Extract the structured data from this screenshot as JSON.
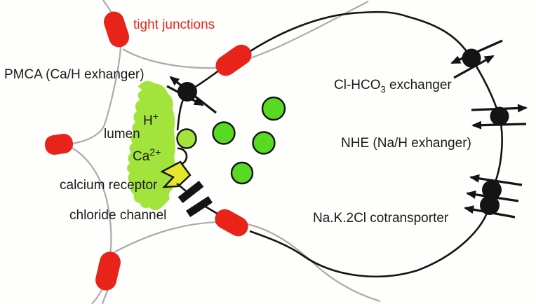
{
  "labels": {
    "tight_junctions": "tight junctions",
    "pmca": "PMCA (Ca/H exhanger)",
    "cl_hco3_prefix": "Cl-HCO",
    "cl_hco3_sub": "3",
    "cl_hco3_suffix": " exchanger",
    "nhe": "NHE (Na/H exhanger)",
    "nak2cl": "Na.K.2Cl cotransporter",
    "lumen": "lumen",
    "h_base": "H",
    "h_sup": "+",
    "ca_base": "Ca",
    "ca_sup": "2+",
    "calcium_receptor": "calcium receptor",
    "chloride_channel": "chloride channel"
  },
  "colors": {
    "junction_red": "#e8241a",
    "membrane_black": "#141414",
    "boundary_gray": "#ababab",
    "vesicle_green": "#58d922",
    "lumen_green": "#a2e43c",
    "receptor_yellow": "#e5e72b",
    "background": "#fefefc",
    "label_black": "#1a1a1a"
  },
  "diagram": {
    "tight_junction_count": 5,
    "secretory_vesicle_count": 4,
    "membrane_proteins": [
      {
        "label": "PMCA (Ca/H exhanger)",
        "symbol": "dot-with-two-crossing-opposite-arrows"
      },
      {
        "label": "Cl-HCO3 exchanger",
        "symbol": "dot-with-two-crossing-opposite-arrows"
      },
      {
        "label": "NHE (Na/H exhanger)",
        "symbol": "dot-with-opposed-horizontal-arrows"
      },
      {
        "label": "Na.K.2Cl cotransporter",
        "symbol": "double-dot-with-three-inward-arrows"
      }
    ],
    "other_structures": [
      "calcium receptor",
      "chloride channel",
      "lumen",
      "tight junctions"
    ],
    "ions_shown": [
      "H+",
      "Ca2+"
    ]
  }
}
